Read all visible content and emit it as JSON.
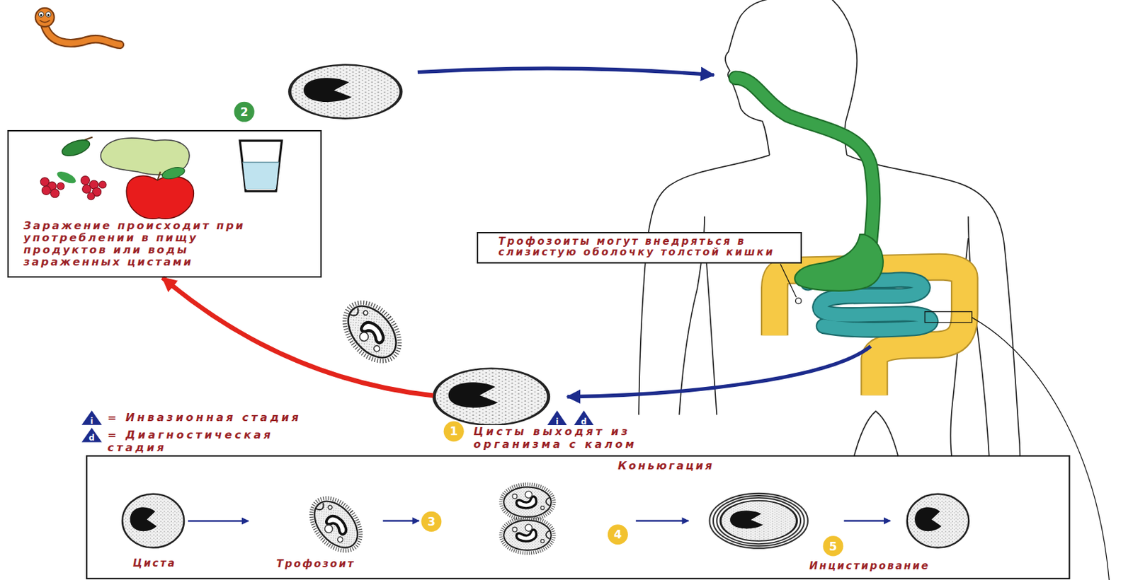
{
  "diagram": {
    "nodes": [
      {
        "text": [
          "Заражение происходит при употреблении в пищу продуктов или воды зараженных цистами"
        ]
      },
      {
        "text": [
          "Трофозоиты могут внедряться в слизистую оболочку толстой кишки"
        ]
      },
      {
        "text": [
          "Цисты выходят из организма с калом"
        ]
      },
      {
        "text": [
          "Циста"
        ]
      },
      {
        "text": [
          "Трофозоит"
        ]
      },
      {
        "text": [
          "Инцистирование"
        ]
      }
    ],
    "edges": [
      {
        "from": 2,
        "to": 0,
        "arrow": "to"
      },
      {
        "from": 3,
        "to": 4,
        "arrow": "to"
      }
    ],
    "labels": [
      "2",
      "i",
      "d",
      "1",
      "i",
      "d",
      "3",
      "Коньюгация",
      "4",
      "5"
    ],
    "legend": [
      {
        "text": "= Инвазионная стадия"
      },
      {
        "text": "= Диагностическая стадия"
      }
    ]
  }
}
